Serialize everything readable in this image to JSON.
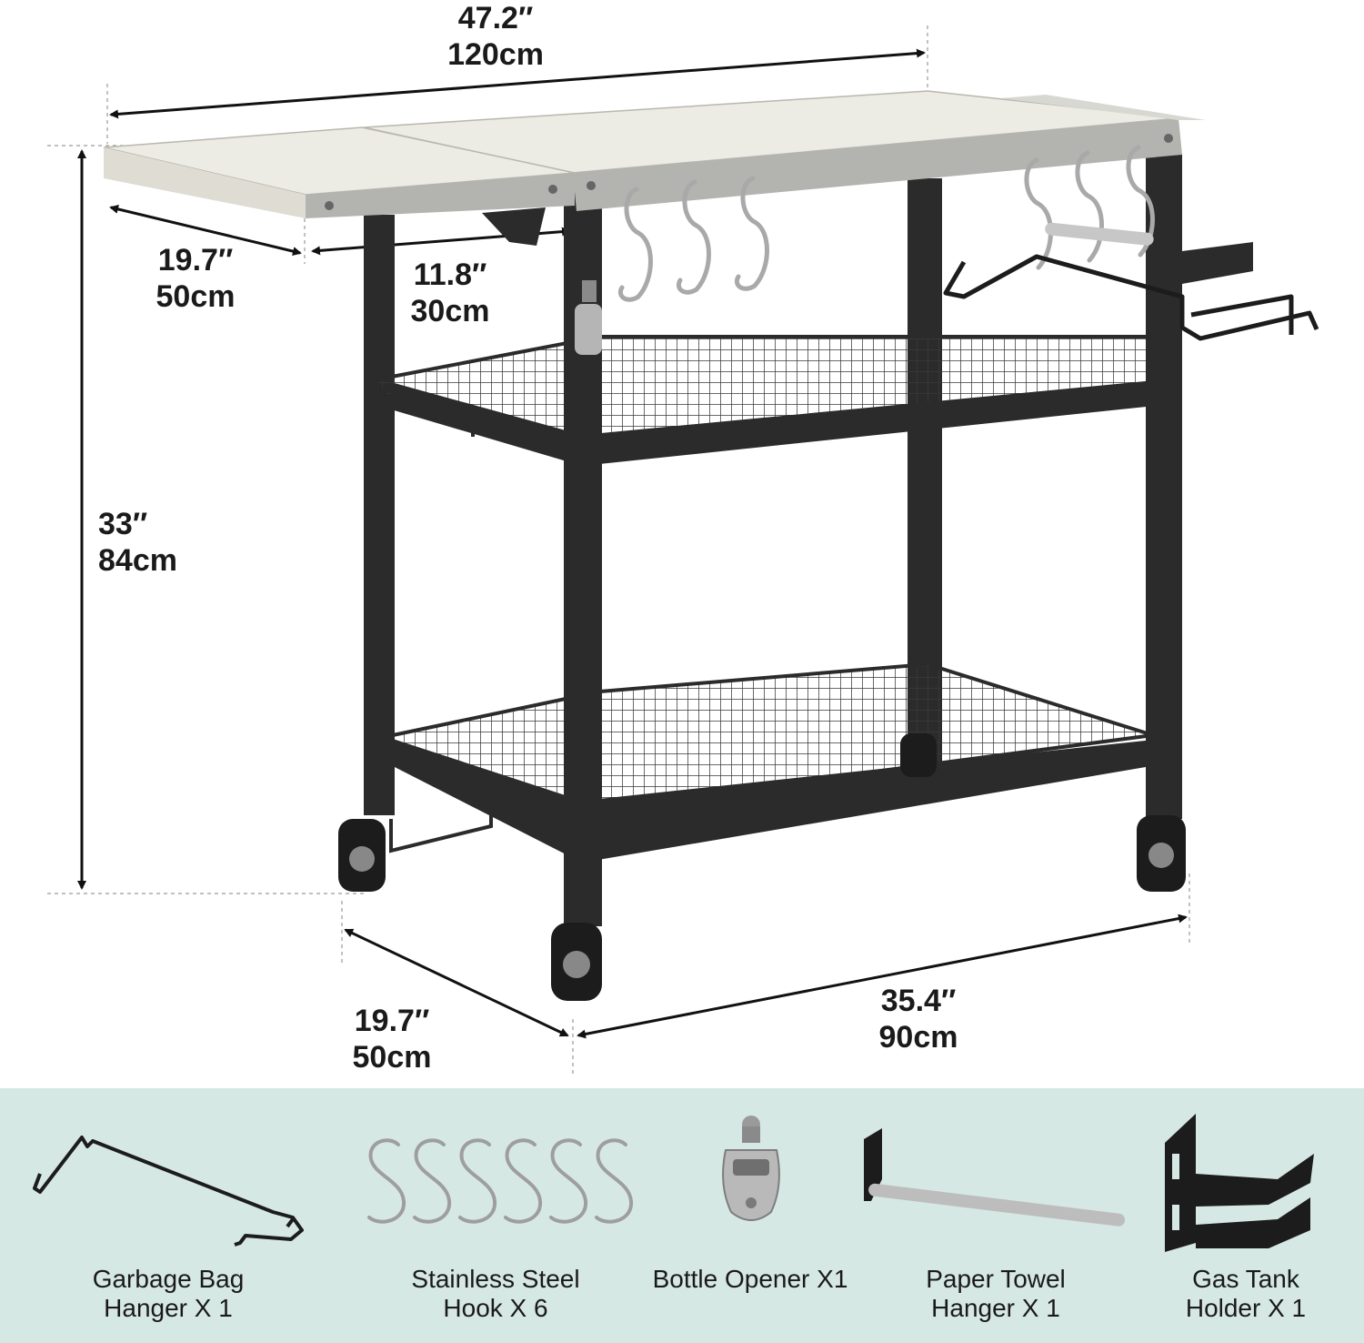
{
  "dimensions": {
    "overall_width": {
      "inch": "47.2″",
      "cm": "120cm"
    },
    "side_shelf": {
      "inch": "19.7″",
      "cm": "50cm"
    },
    "gap": {
      "inch": "11.8″",
      "cm": "30cm"
    },
    "height": {
      "inch": "33″",
      "cm": "84cm"
    },
    "depth": {
      "inch": "19.7″",
      "cm": "50cm"
    },
    "body_width": {
      "inch": "35.4″",
      "cm": "90cm"
    }
  },
  "accessories": [
    {
      "line1": "Garbage Bag",
      "line2": "Hanger X 1",
      "icon": "garbage-bag-hanger-icon"
    },
    {
      "line1": "Stainless Steel",
      "line2": "Hook X 6",
      "icon": "s-hook-icon"
    },
    {
      "line1": "Bottle Opener X1",
      "line2": "",
      "icon": "bottle-opener-icon"
    },
    {
      "line1": "Paper Towel",
      "line2": "Hanger X 1",
      "icon": "paper-towel-hanger-icon"
    },
    {
      "line1": "Gas Tank",
      "line2": "Holder X 1",
      "icon": "gas-tank-holder-icon"
    }
  ],
  "colors": {
    "accent_band": "#d6e8e4",
    "frame": "#2b2b2b",
    "top_surface": "#ecebe4"
  }
}
